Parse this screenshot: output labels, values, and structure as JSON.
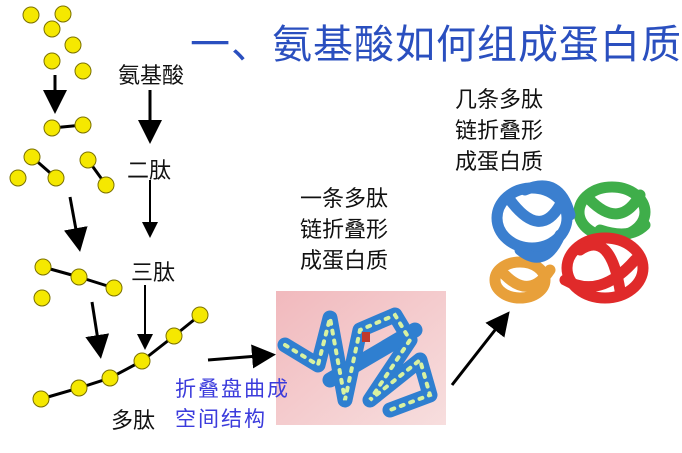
{
  "title": "一、氨基酸如何组成蛋白质",
  "labels": {
    "amino_acid": "氨基酸",
    "dipeptide": "二肽",
    "tripeptide": "三肽",
    "polypeptide": "多肽"
  },
  "fold_note": [
    "折叠盘曲成",
    "空间结构"
  ],
  "single_chain_protein": [
    "一条多肽",
    "链折叠形",
    "成蛋白质"
  ],
  "multi_chain_protein": [
    "几条多肽",
    "链折叠形",
    "成蛋白质"
  ],
  "colors": {
    "title": "#2a4fbf",
    "amino_acid_ball": "#f5e800",
    "fold_note": "#3b3bdc",
    "chain": "#4a90d9"
  }
}
